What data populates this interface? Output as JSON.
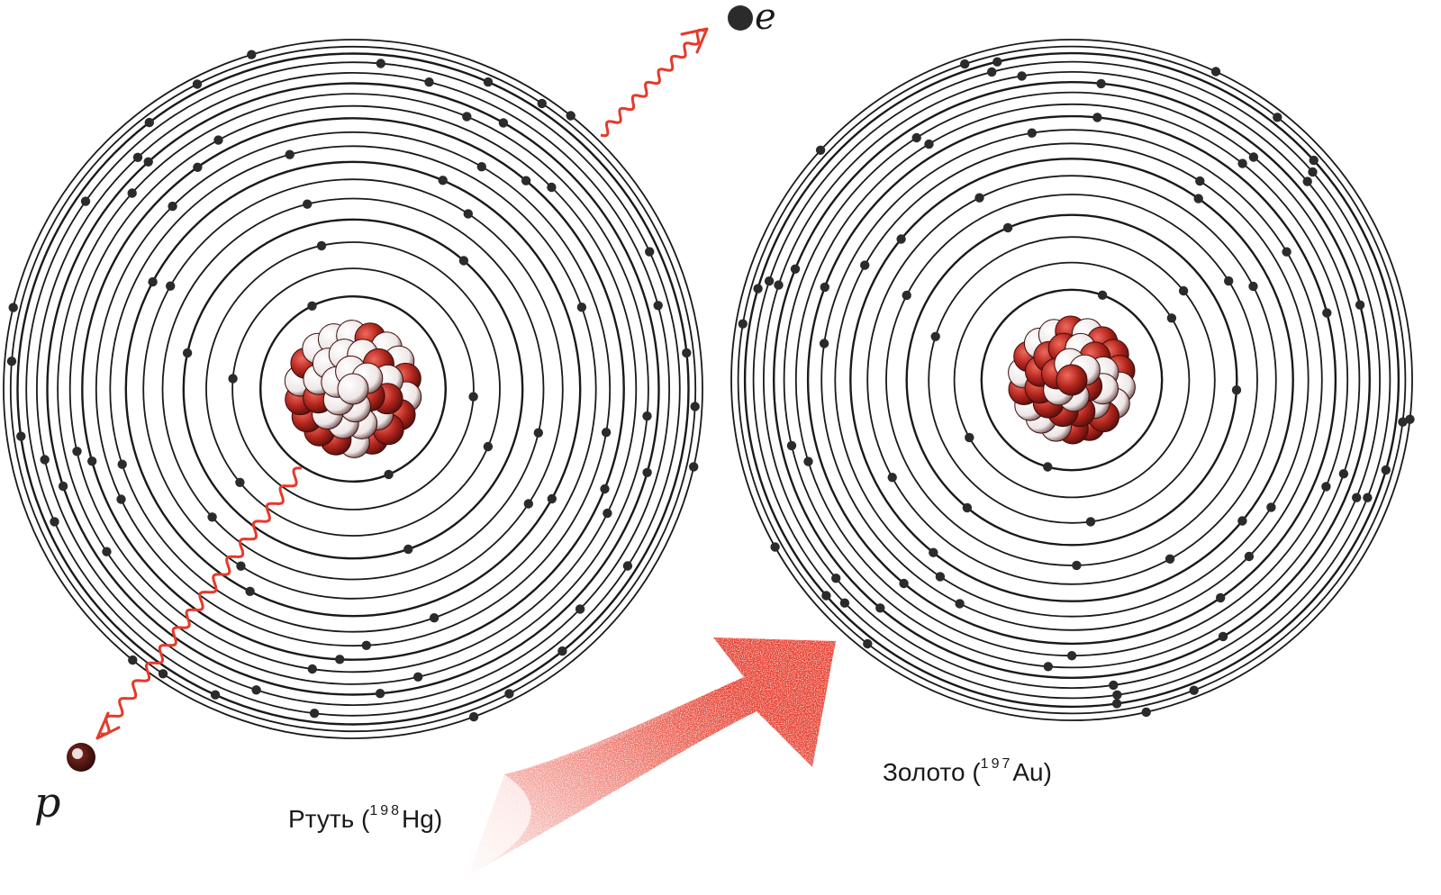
{
  "atoms": [
    {
      "label_text": "Ртуть (",
      "isotope_mass": "198",
      "element_symbol": "Hg",
      "label_close": ")",
      "electron_count": 80
    },
    {
      "label_text": "Золото (",
      "isotope_mass": "197",
      "element_symbol": "Au",
      "label_close": ")",
      "electron_count": 79
    }
  ],
  "particles": {
    "proton_label": "p",
    "electron_label": "e"
  },
  "colors": {
    "orbit": "#1a1a1a",
    "electron": "#2b2b2b",
    "nucleon_red": "#b3261e",
    "nucleon_white": "#f2ecec",
    "arrow": "#e53a2a"
  }
}
